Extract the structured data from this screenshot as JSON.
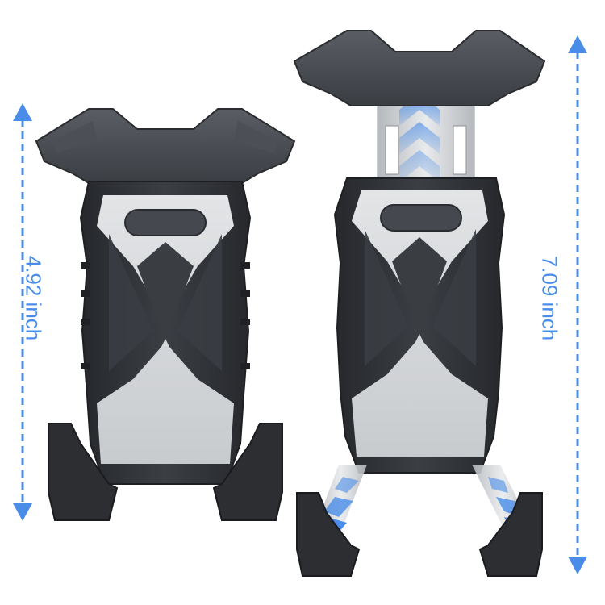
{
  "figure": {
    "subject": "bicycle phone holder size comparison",
    "background": "#ffffff",
    "accent_color": "#4a8de8",
    "left_product": {
      "state": "retracted",
      "dimension_label": "4.92 inch",
      "arrow": "double-headed vertical dashed arrow"
    },
    "right_product": {
      "state": "extended",
      "dimension_label": "7.09 inch",
      "arrow": "double-headed vertical dashed arrow",
      "motion_indicators": [
        "up-chevrons on top slide",
        "down-left chevrons on left arm",
        "down-right chevrons on right arm"
      ]
    },
    "colors": {
      "body_dark": "#2e3035",
      "body_mid": "#45484e",
      "panel_light": "#d7dadd",
      "metal": "#c9ccd0",
      "arrow_blue": "#4a8de8"
    }
  }
}
